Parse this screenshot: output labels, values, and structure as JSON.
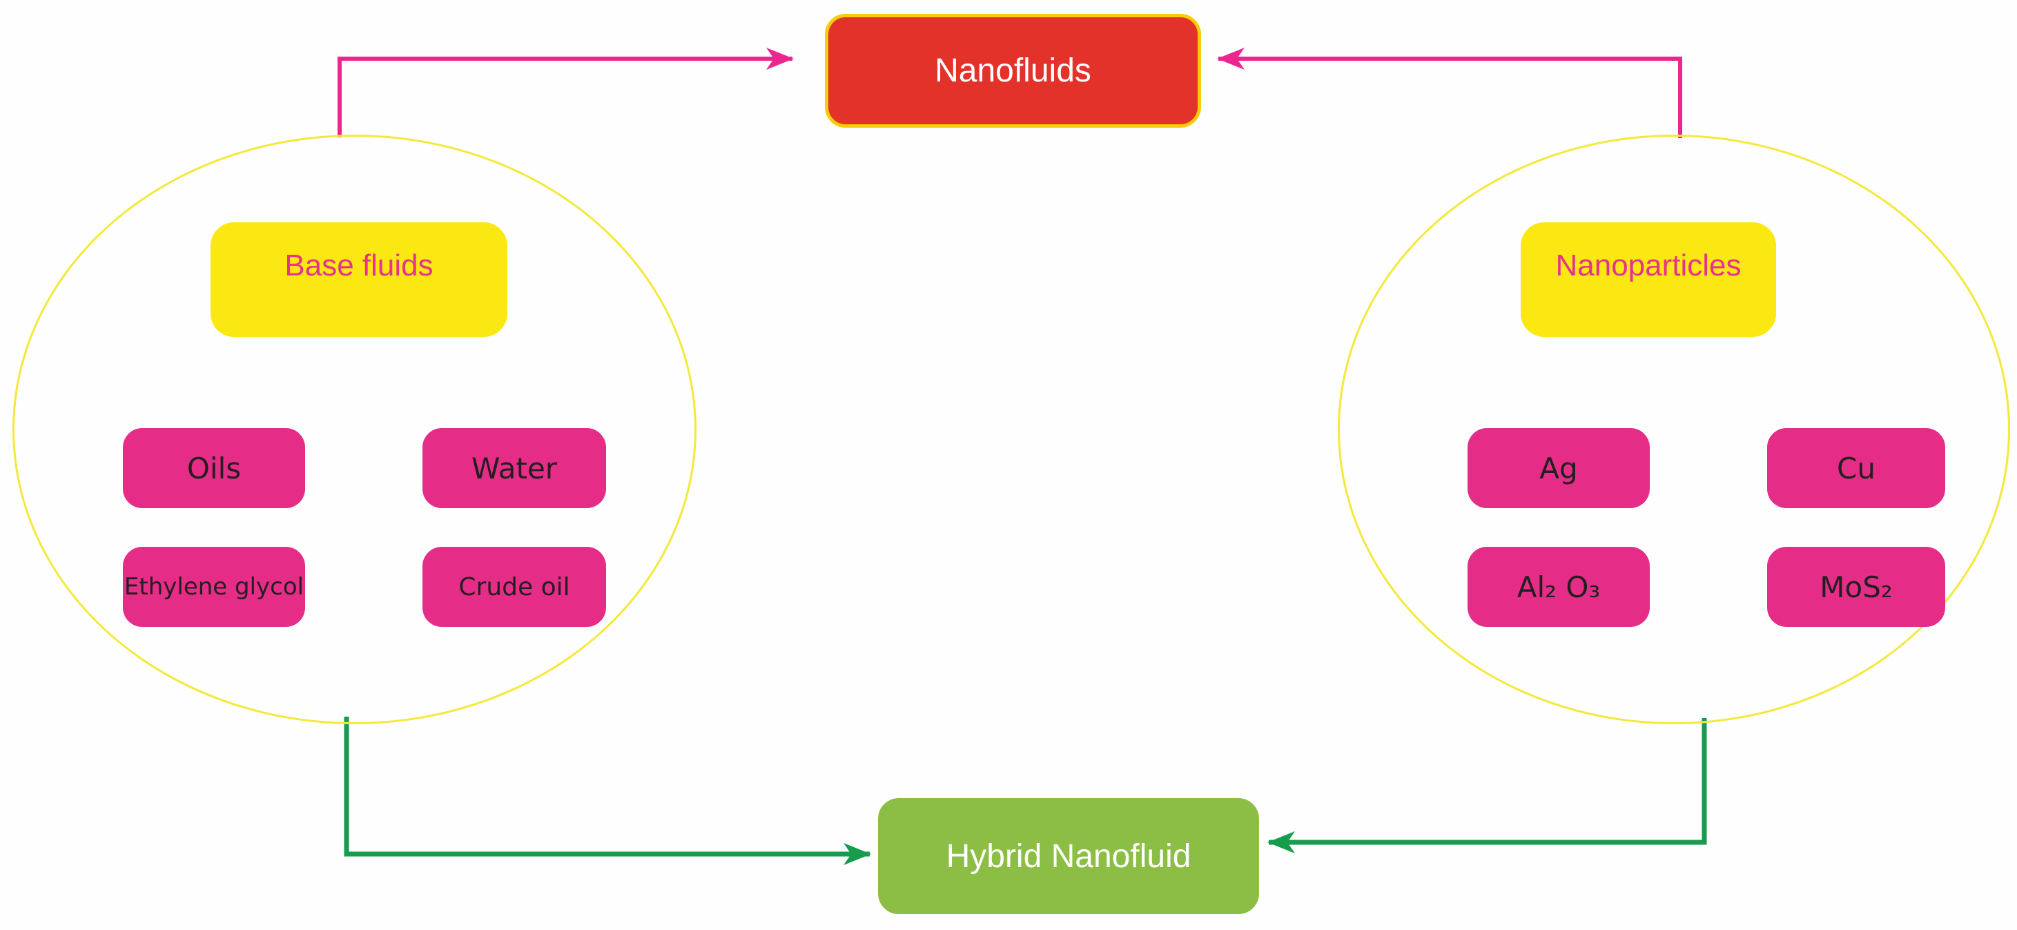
{
  "nodes": {
    "nanofluids": "Nanofluids",
    "hybrid_nanofluid": "Hybrid Nanofluid"
  },
  "left_group": {
    "title": "Base fluids",
    "items": [
      "Oils",
      "Water",
      "Ethylene glycol",
      "Crude oil"
    ]
  },
  "right_group": {
    "title": "Nanoparticles",
    "items": [
      "Ag",
      "Cu",
      "Al₂ O₃",
      "MoS₂"
    ]
  },
  "connections": [
    {
      "from": "Base fluids",
      "to": "Nanofluids",
      "color": "#ec268f"
    },
    {
      "from": "Nanoparticles",
      "to": "Nanofluids",
      "color": "#ec268f"
    },
    {
      "from": "Base fluids",
      "to": "Hybrid Nanofluid",
      "color": "#179b4d"
    },
    {
      "from": "Nanoparticles",
      "to": "Hybrid Nanofluid",
      "color": "#179b4d"
    }
  ],
  "colors": {
    "nanofluids_fill": "#e23229",
    "nanofluids_border": "#f6cd0b",
    "hybrid_fill": "#8cbd45",
    "group_title_fill": "#fbe711",
    "group_title_text": "#e7318f",
    "chip_fill": "#e52c87",
    "chip_text": "#231f20",
    "ellipse_stroke": "#f4e93a",
    "pink_arrow": "#ec268f",
    "green_arrow": "#179b4d",
    "background": "#fefefe"
  }
}
